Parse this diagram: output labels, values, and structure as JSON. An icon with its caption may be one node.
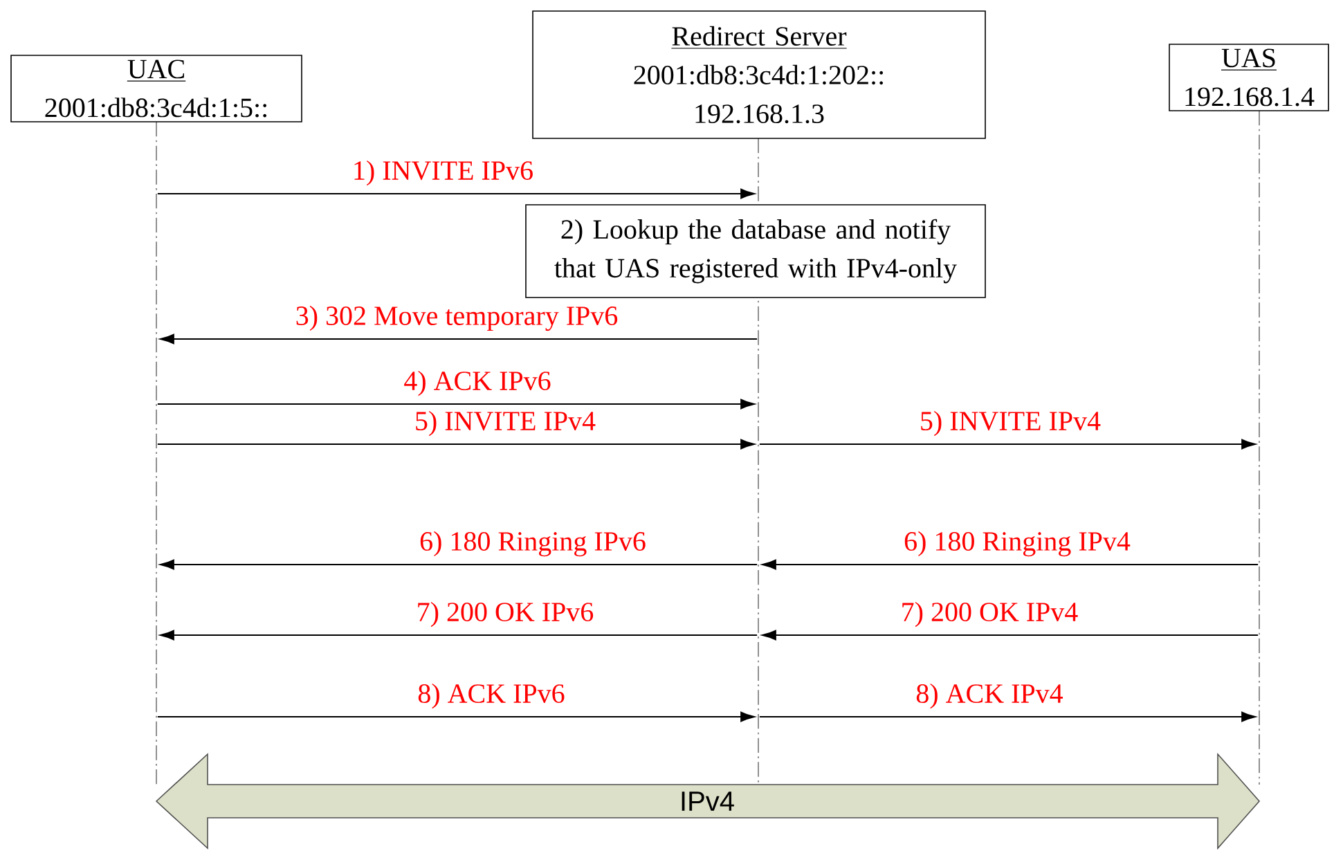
{
  "diagram": {
    "nodes": [
      {
        "text": [
          "UAC",
          "2001:db8:3c4d:1:5::"
        ]
      },
      {
        "text": [
          "Redirect Server",
          "2001:db8:3c4d:1:202:: 192.168.1.3"
        ]
      },
      {
        "text": [
          "UAS",
          "192.168.1.4"
        ]
      },
      {
        "text": [],
        "shape": "line"
      },
      {
        "text": [],
        "shape": "line"
      },
      {
        "text": [],
        "shape": "line"
      },
      {
        "text": [
          "2) Lookup the database and notify that UAS registered with IPv4-only"
        ]
      },
      {
        "text": [
          "IPv4"
        ]
      }
    ],
    "edges": [
      {
        "from": 3,
        "to": 4,
        "arrow": "to",
        "label": "1)   INVITE IPv6"
      },
      {
        "from": 4,
        "to": 3,
        "arrow": "to",
        "label": "3)   302 Move temporary   IPv6"
      },
      {
        "from": 3,
        "to": 4,
        "arrow": "to",
        "label": "4)   ACK  IPv6"
      },
      {
        "from": 3,
        "to": 4,
        "arrow": "to",
        "label": "5)   INVITE  IPv4"
      },
      {
        "from": 4,
        "to": 5,
        "arrow": "to",
        "label": "5)   INVITE  IPv4"
      },
      {
        "from": 4,
        "to": 3,
        "arrow": "to",
        "label": "6)   180 Ringing  IPv6"
      },
      {
        "from": 5,
        "to": 4,
        "arrow": "to",
        "label": "6)   180 Ringing  IPv4"
      },
      {
        "from": 4,
        "to": 3,
        "arrow": "to",
        "label": "7)   200 OK  IPv6"
      },
      {
        "from": 5,
        "to": 4,
        "arrow": "to",
        "label": "7)   200 OK  IPv4"
      },
      {
        "from": 3,
        "to": 4,
        "arrow": "to",
        "label": "8)   ACK  IPv6"
      },
      {
        "from": 4,
        "to": 5,
        "arrow": "to",
        "label": "8)   ACK  IPv4"
      }
    ]
  }
}
